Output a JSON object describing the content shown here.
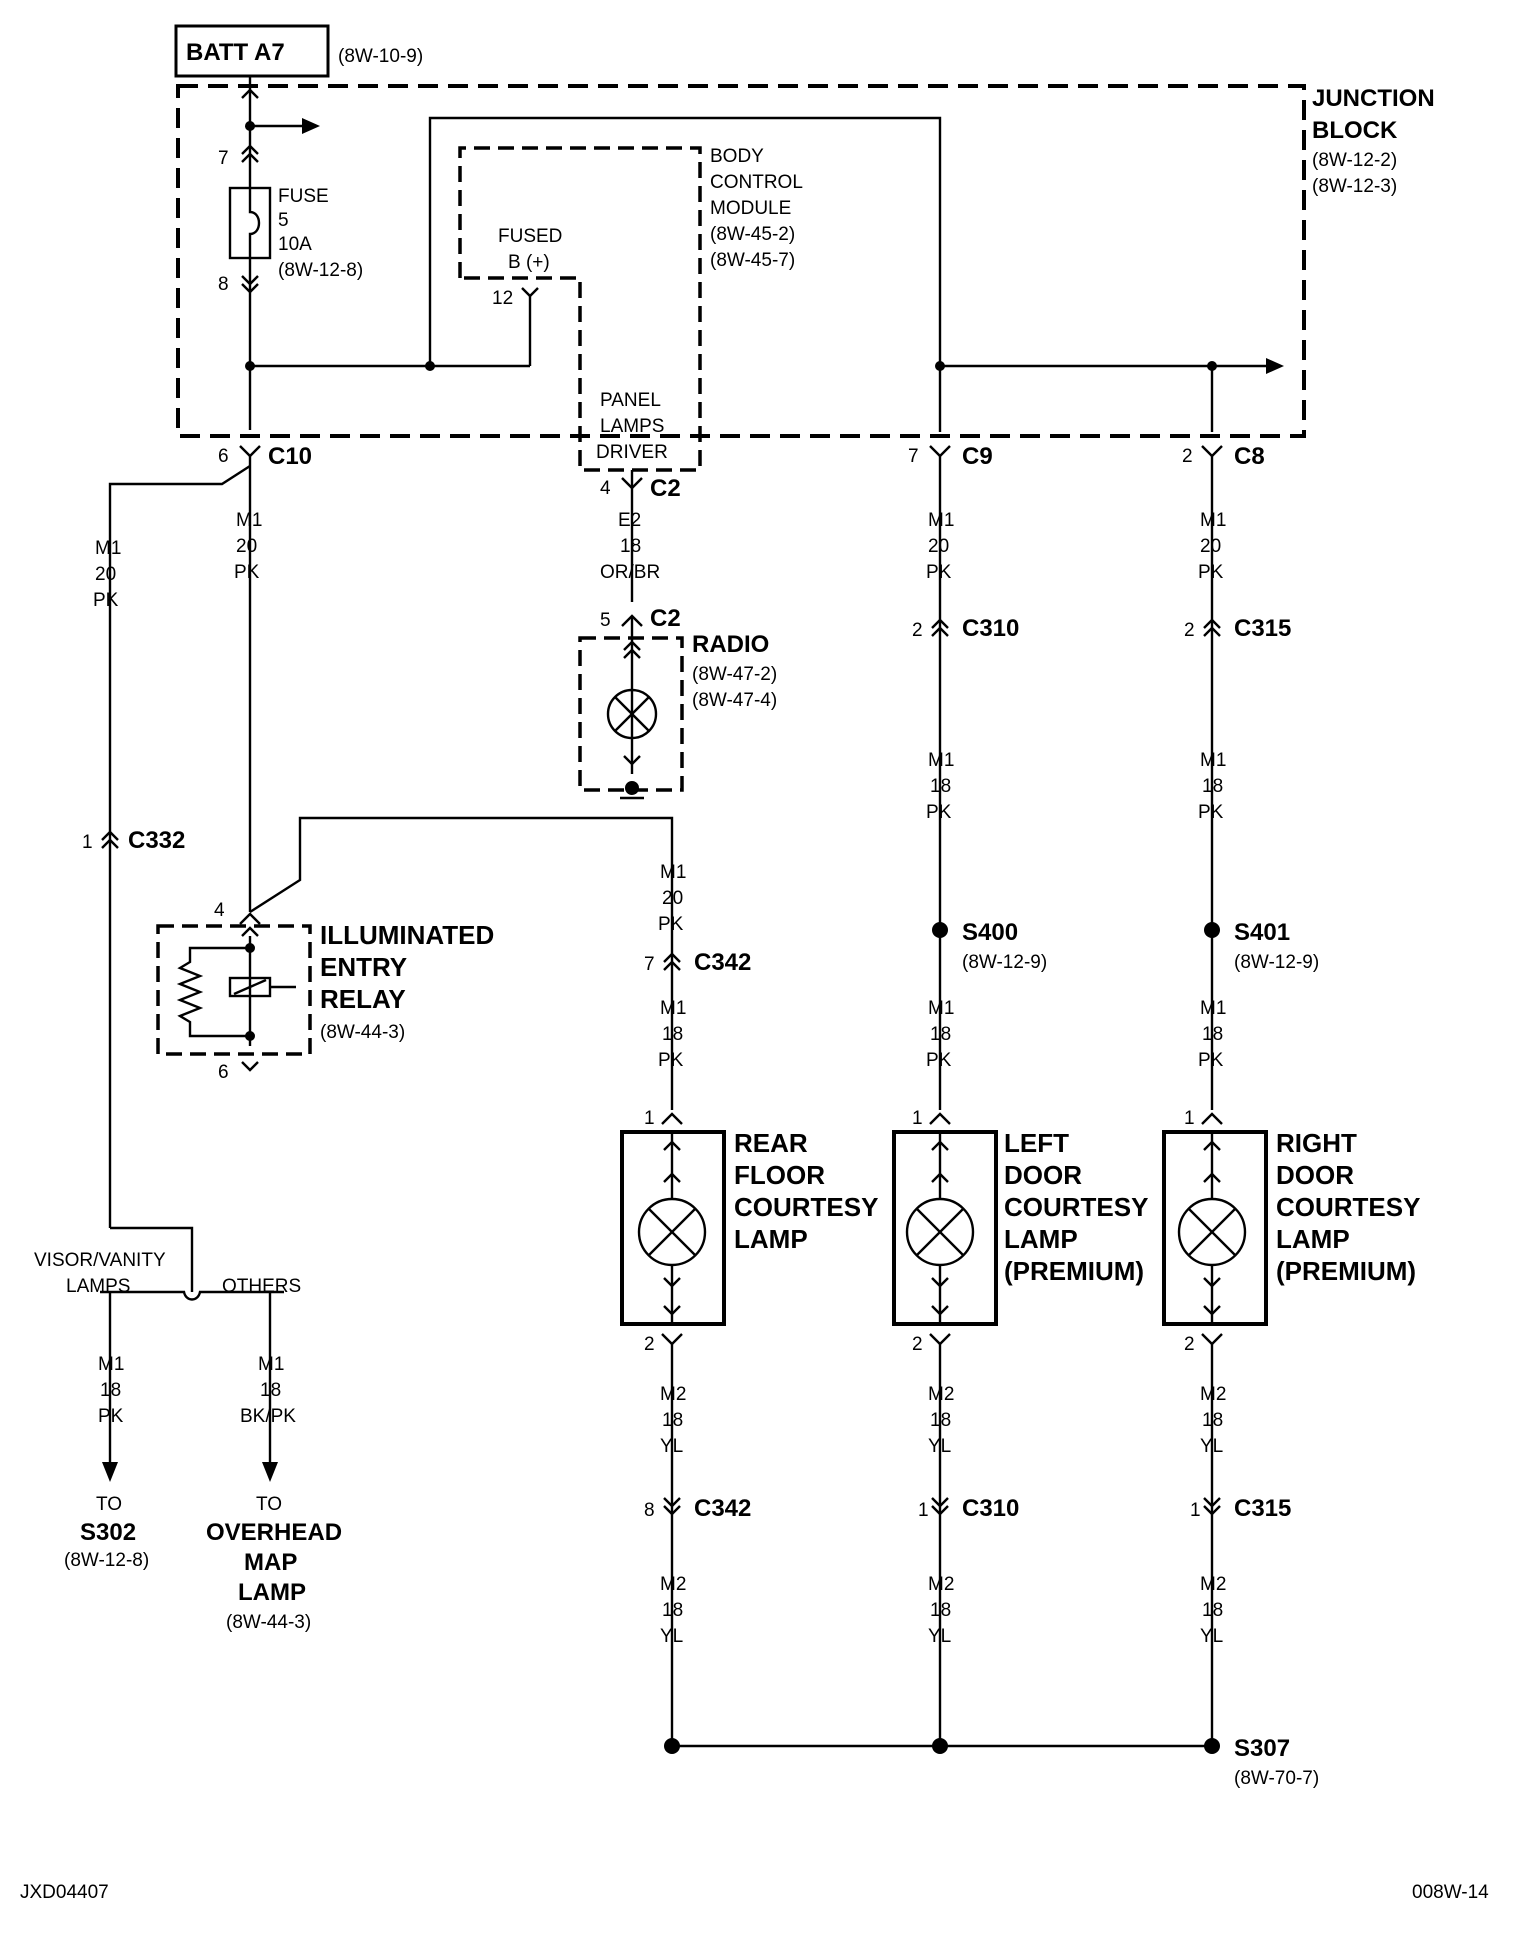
{
  "batt": {
    "label": "BATT A7",
    "ref": "(8W-10-9)"
  },
  "junction_block": {
    "title1": "JUNCTION",
    "title2": "BLOCK",
    "ref1": "(8W-12-2)",
    "ref2": "(8W-12-3)"
  },
  "fuse": {
    "l1": "FUSE",
    "l2": "5",
    "l3": "10A",
    "l4": "(8W-12-8)",
    "pin_in": "7",
    "pin_out": "8"
  },
  "bcm": {
    "l1": "BODY",
    "l2": "CONTROL",
    "l3": "MODULE",
    "ref1": "(8W-45-2)",
    "ref2": "(8W-45-7)",
    "fused1": "FUSED",
    "fused2": "B (+)",
    "pin_fused": "12",
    "driver1": "PANEL",
    "driver2": "LAMPS",
    "driver3": "DRIVER"
  },
  "connectors": {
    "c10": {
      "name": "C10",
      "pin": "6"
    },
    "c2_top": {
      "name": "C2",
      "pin": "4"
    },
    "c9": {
      "name": "C9",
      "pin": "7"
    },
    "c8": {
      "name": "C8",
      "pin": "2"
    },
    "c2_radio": {
      "name": "C2",
      "pin": "5"
    },
    "c310_top": {
      "name": "C310",
      "pin": "2"
    },
    "c315_top": {
      "name": "C315",
      "pin": "2"
    },
    "c332": {
      "name": "C332",
      "pin": "1"
    },
    "c342_top": {
      "name": "C342",
      "pin": "7"
    },
    "c342_bot": {
      "name": "C342",
      "pin": "8"
    },
    "c310_bot": {
      "name": "C310",
      "pin": "1"
    },
    "c315_bot": {
      "name": "C315",
      "pin": "1"
    }
  },
  "wires": {
    "left_m1": [
      "M1",
      "20",
      "PK"
    ],
    "c10_m1": [
      "M1",
      "20",
      "PK"
    ],
    "e2": [
      "E2",
      "18",
      "OR/BR"
    ],
    "c9_m1": [
      "M1",
      "20",
      "PK"
    ],
    "c8_m1": [
      "M1",
      "20",
      "PK"
    ],
    "c310_m1": [
      "M1",
      "18",
      "PK"
    ],
    "c315_m1": [
      "M1",
      "18",
      "PK"
    ],
    "relay_out_m1": [
      "M1",
      "20",
      "PK"
    ],
    "c342_m1": [
      "M1",
      "18",
      "PK"
    ],
    "s400_m1": [
      "M1",
      "18",
      "PK"
    ],
    "s401_m1": [
      "M1",
      "18",
      "PK"
    ],
    "rear_m2a": [
      "M2",
      "18",
      "YL"
    ],
    "left_m2a": [
      "M2",
      "18",
      "YL"
    ],
    "right_m2a": [
      "M2",
      "18",
      "YL"
    ],
    "rear_m2b": [
      "M2",
      "18",
      "YL"
    ],
    "left_m2b": [
      "M2",
      "18",
      "YL"
    ],
    "right_m2b": [
      "M2",
      "18",
      "YL"
    ],
    "visor": [
      "M1",
      "18",
      "PK"
    ],
    "others": [
      "M1",
      "18",
      "BK/PK"
    ]
  },
  "radio": {
    "label": "RADIO",
    "ref1": "(8W-47-2)",
    "ref2": "(8W-47-4)"
  },
  "relay": {
    "l1": "ILLUMINATED",
    "l2": "ENTRY",
    "l3": "RELAY",
    "ref": "(8W-44-3)",
    "pin_in": "4",
    "pin_out": "6"
  },
  "splices": {
    "s400": {
      "name": "S400",
      "ref": "(8W-12-9)"
    },
    "s401": {
      "name": "S401",
      "ref": "(8W-12-9)"
    },
    "s307": {
      "name": "S307",
      "ref": "(8W-70-7)"
    }
  },
  "lamps": {
    "rear": {
      "l1": "REAR",
      "l2": "FLOOR",
      "l3": "COURTESY",
      "l4": "LAMP",
      "pin1": "1",
      "pin2": "2"
    },
    "left": {
      "l1": "LEFT",
      "l2": "DOOR",
      "l3": "COURTESY",
      "l4": "LAMP",
      "l5": "(PREMIUM)",
      "pin1": "1",
      "pin2": "2"
    },
    "right": {
      "l1": "RIGHT",
      "l2": "DOOR",
      "l3": "COURTESY",
      "l4": "LAMP",
      "l5": "(PREMIUM)",
      "pin1": "1",
      "pin2": "2"
    }
  },
  "branch": {
    "visor1": "VISOR/VANITY",
    "visor2": "LAMPS",
    "others": "OTHERS"
  },
  "destinations": {
    "s302": {
      "to": "TO",
      "name": "S302",
      "ref": "(8W-12-8)"
    },
    "overhead": {
      "to": "TO",
      "l1": "OVERHEAD",
      "l2": "MAP",
      "l3": "LAMP",
      "ref": "(8W-44-3)"
    }
  },
  "footer": {
    "left": "JXD04407",
    "right": "008W-14"
  }
}
